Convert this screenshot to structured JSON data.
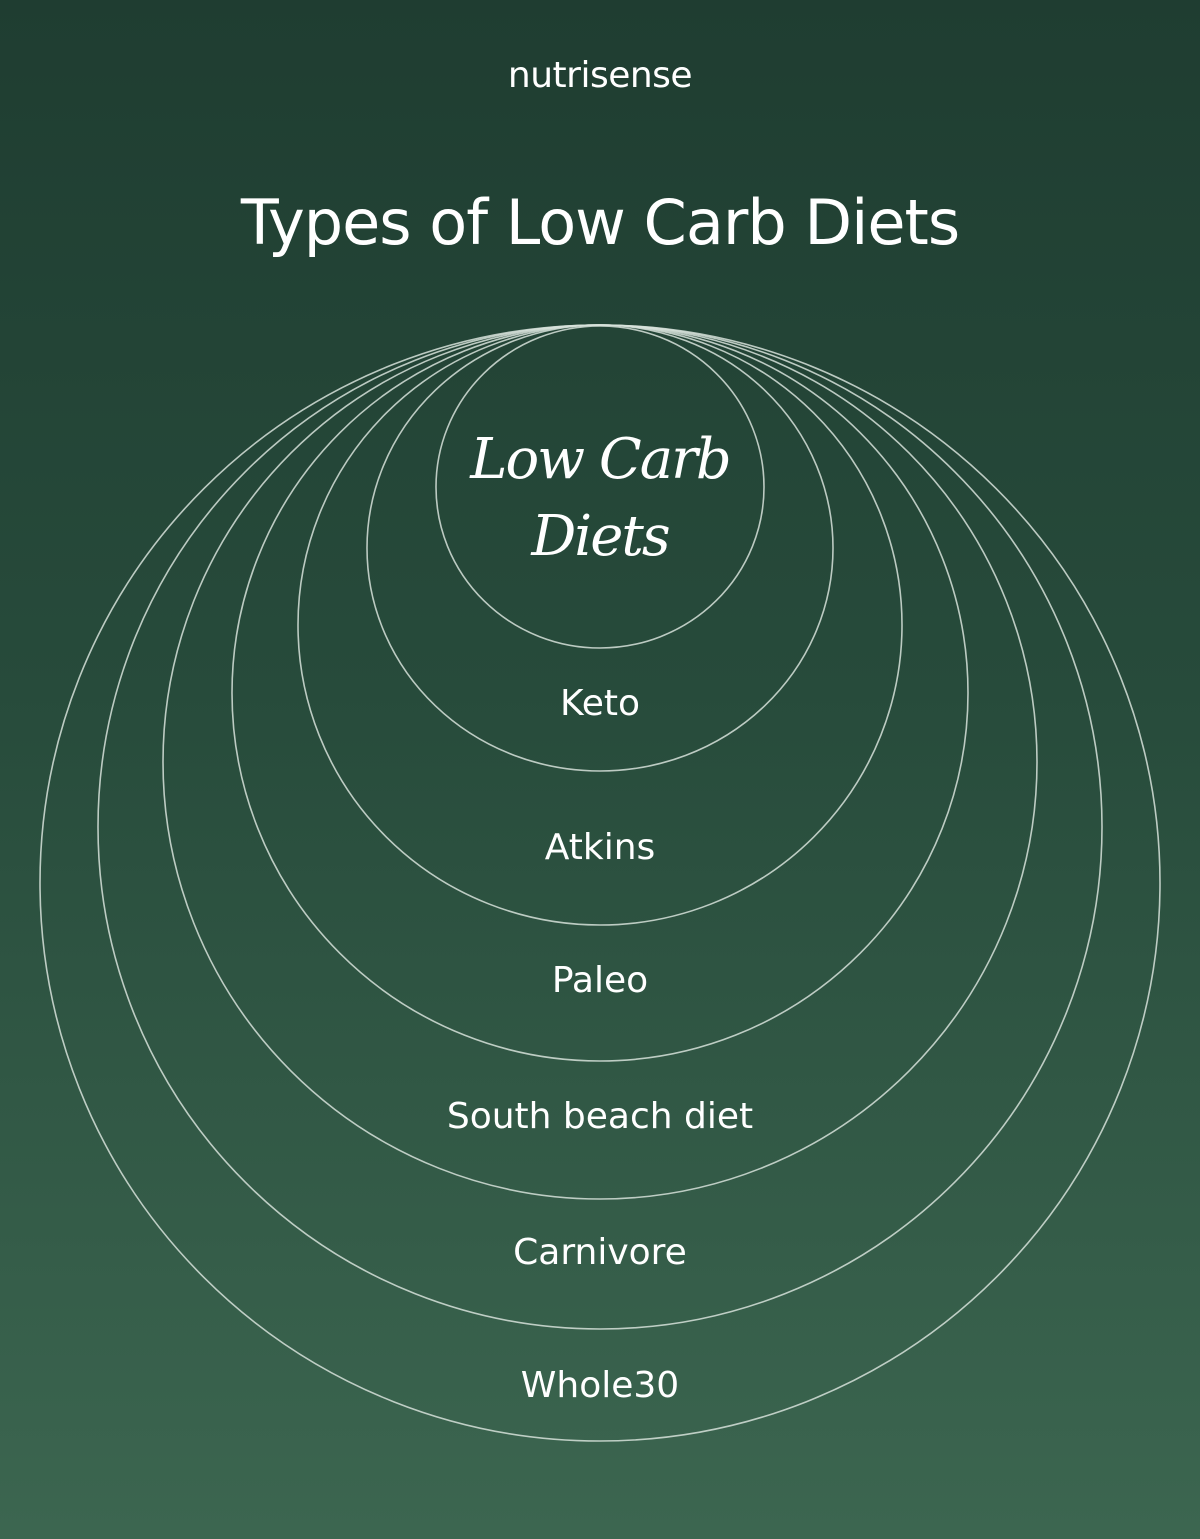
{
  "brand": "nutrisense",
  "title": "Types of Low Carb Diets",
  "core": {
    "line1": "Low Carb",
    "line2": "Diets"
  },
  "rings": [
    {
      "label": "Keto"
    },
    {
      "label": "Atkins"
    },
    {
      "label": "Paleo"
    },
    {
      "label": "South beach diet"
    },
    {
      "label": "Carnivore"
    },
    {
      "label": "Whole30"
    }
  ],
  "colors": {
    "background_top": "#1f3d31",
    "background_bottom": "#3c6650",
    "ring_stroke": "#d7e2db",
    "text": "#ffffff"
  }
}
